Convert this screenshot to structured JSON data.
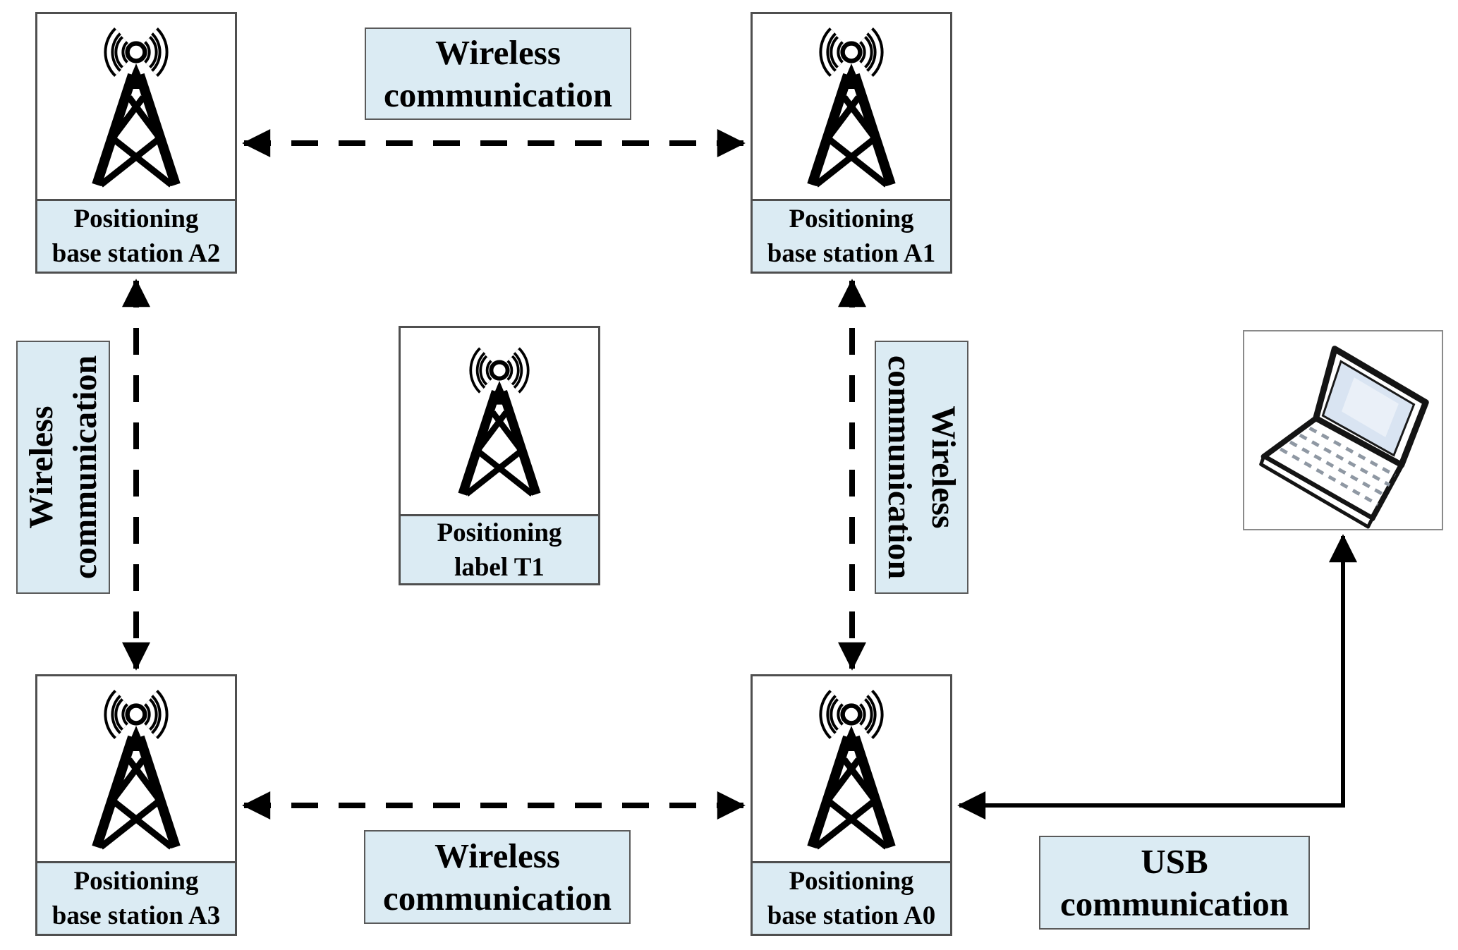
{
  "diagram": {
    "stations": [
      {
        "line1": "Positioning",
        "line2": "base station A2"
      },
      {
        "line1": "Positioning",
        "line2": "base station A1"
      },
      {
        "line1": "Positioning",
        "line2": "base station A3"
      },
      {
        "line1": "Positioning",
        "line2": "base station A0"
      }
    ],
    "tag_t1": {
      "line1": "Positioning",
      "line2": "label T1"
    },
    "link_labels": {
      "top": {
        "line1": "Wireless",
        "line2": "communication"
      },
      "left": {
        "line1": "Wireless",
        "line2": "communication"
      },
      "right": {
        "line1": "Wireless",
        "line2": "communication"
      },
      "bottom": {
        "line1": "Wireless",
        "line2": "communication"
      },
      "usb": {
        "line1": "USB",
        "line2": "communication"
      }
    },
    "colors": {
      "label_fill": "#dbebf3",
      "border": "#4f4f4f",
      "arrow": "#000000"
    }
  }
}
